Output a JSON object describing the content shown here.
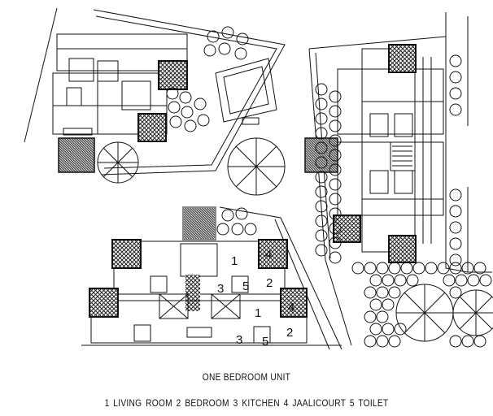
{
  "drawing": {
    "title": "ONE BEDROOM UNIT",
    "legend": "1 LIVING ROOM  2 BEDROOM  3 KITCHEN  4 JAALICOURT  5 TOILET",
    "room_labels": {
      "upper_unit": {
        "living": "1",
        "jaali": "4",
        "bedroom": "2",
        "kitchen": "3",
        "toilet": "5"
      },
      "lower_unit": {
        "living": "1",
        "jaali": "4",
        "bedroom": "2",
        "kitchen": "3",
        "toilet": "5"
      }
    }
  },
  "colors": {
    "line": "#111111",
    "hatch": "#222222",
    "background": "#ffffff"
  }
}
